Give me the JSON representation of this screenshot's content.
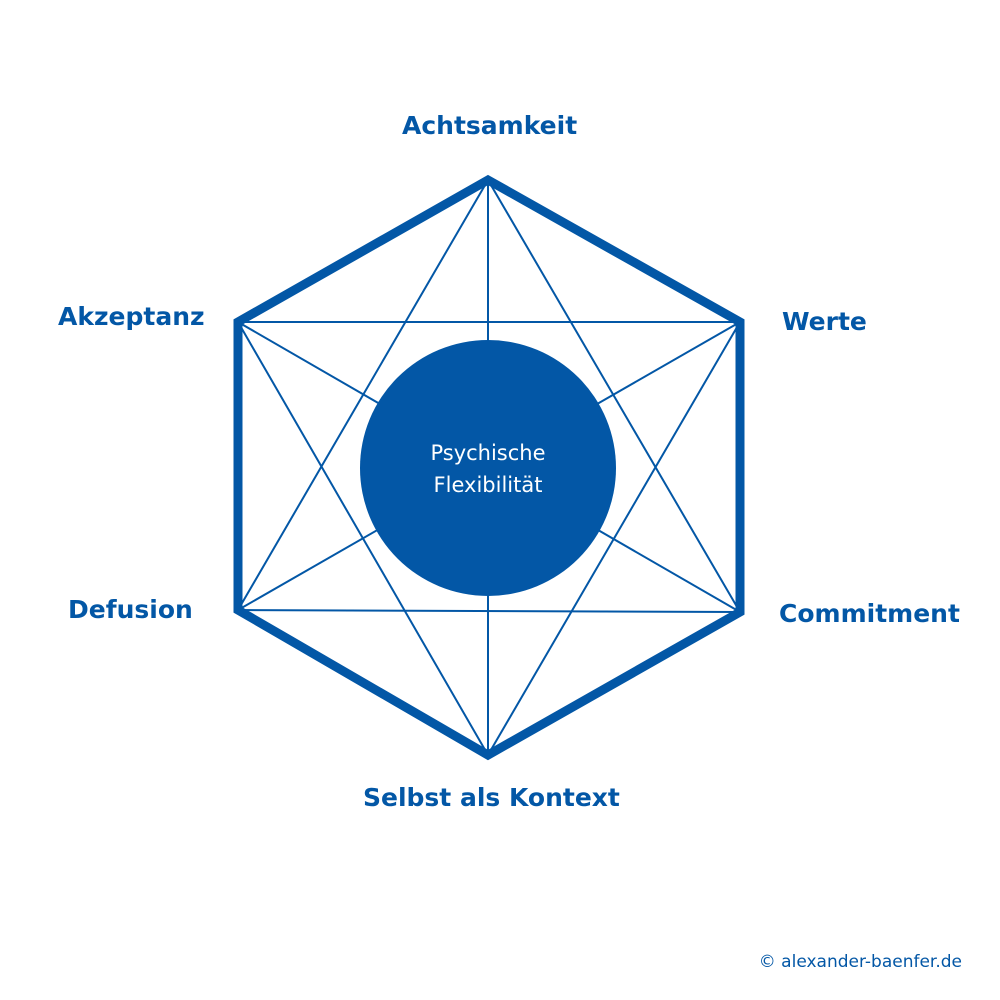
{
  "colors": {
    "primary": "#0357A6",
    "background": "#FFFFFF",
    "center_text": "#FFFFFF"
  },
  "nodes": {
    "achtsamkeit": "Achtsamkeit",
    "werte": "Werte",
    "commitment": "Commitment",
    "selbst": "Selbst als Kontext",
    "defusion": "Defusion",
    "akzeptanz": "Akzeptanz"
  },
  "center": {
    "line1": "Psychische",
    "line2": "Flexibilität"
  },
  "copyright": "© alexander-baenfer.de"
}
